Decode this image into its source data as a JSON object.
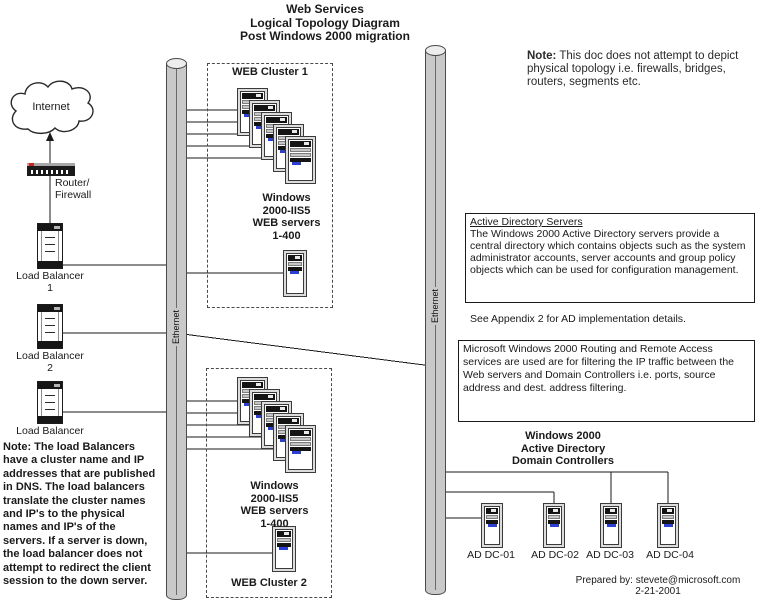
{
  "title": {
    "lines": [
      "Web Services",
      "Logical Topology Diagram",
      "Post Windows 2000 migration"
    ]
  },
  "top_note": {
    "label": "Note:",
    "text": " This doc does not attempt to depict physical topology i.e. firewalls, bridges, routers, segments etc."
  },
  "internet": {
    "label": "Internet"
  },
  "router": {
    "lines": [
      "Router/",
      "Firewall"
    ]
  },
  "load_balancer_1": {
    "name": "Load Balancer",
    "number": "1"
  },
  "load_balancer_2": {
    "name": "Load Balancer",
    "number": "2"
  },
  "load_balancer_3": {
    "name": "Load Balancer"
  },
  "ethernet_left": {
    "label": "Ethernet"
  },
  "ethernet_right": {
    "label": "Ethernet"
  },
  "cluster1": {
    "title": "WEB Cluster 1",
    "caption": [
      "Windows",
      "2000-IIS5",
      "WEB servers",
      "1-400"
    ]
  },
  "cluster2": {
    "title": "WEB Cluster 2",
    "caption": [
      "Windows",
      "2000-IIS5",
      "WEB servers",
      "1-400"
    ]
  },
  "ad_box": {
    "title": "Active Directory Servers",
    "body": "The Windows 2000 Active Directory servers provide a central directory which contains objects such as the system administrator accounts, server accounts and group policy objects which can be used for configuration management."
  },
  "appendix_note": "See Appendix 2 for AD implementation details.",
  "rras_note": "Microsoft Windows 2000 Routing and Remote Access services are used are for filtering the IP traffic between the Web servers and Domain Controllers i.e. ports, source address and dest. address filtering.",
  "dc_heading": {
    "lines": [
      "Windows 2000",
      "Active Directory",
      "Domain Controllers"
    ]
  },
  "domain_controllers": [
    {
      "label": "AD DC-01"
    },
    {
      "label": "AD DC-02"
    },
    {
      "label": "AD DC-03"
    },
    {
      "label": "AD DC-04"
    }
  ],
  "bottom_note": {
    "label": "Note:",
    "text": " The load Balancers have a cluster name and IP addresses that are published in DNS. The load balancers translate the cluster names and IP's to the physical names and IP's of the servers. If a server is down, the load balancer does not attempt to redirect the client session to the down server."
  },
  "footer": {
    "prepared_by": "Prepared by: stevete@microsoft.com",
    "date": "2-21-2001"
  },
  "colors": {
    "line": "#1a1a1a",
    "server_accent": "#2b3fd4",
    "router_red": "#cc2222",
    "cylinder": "#c9c9c9"
  }
}
